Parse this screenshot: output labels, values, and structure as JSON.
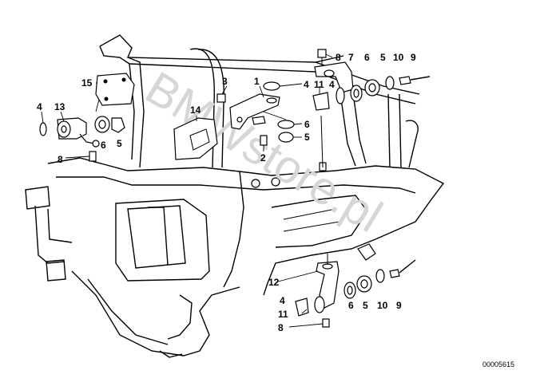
{
  "watermark": "BMWstore.pl",
  "drawing_code": "00005615",
  "callouts": {
    "c_4_left": "4",
    "c_13": "13",
    "c_6_left": "6",
    "c_5_left": "5",
    "c_8_left": "8",
    "c_15": "15",
    "c_14": "14",
    "c_3": "3",
    "c_1": "1",
    "c_4_mid": "4",
    "c_2": "2",
    "c_6_mid": "6",
    "c_5_mid": "5",
    "c_8_top": "8",
    "c_7": "7",
    "c_6_top": "6",
    "c_5_top": "5",
    "c_10_top": "10",
    "c_9_top": "9",
    "c_11_top": "11",
    "c_4_top": "4",
    "c_12": "12",
    "c_4_bot": "4",
    "c_11_bot": "11",
    "c_8_bot": "8",
    "c_6_bot": "6",
    "c_5_bot": "5",
    "c_10_bot": "10",
    "c_9_bot": "9"
  }
}
